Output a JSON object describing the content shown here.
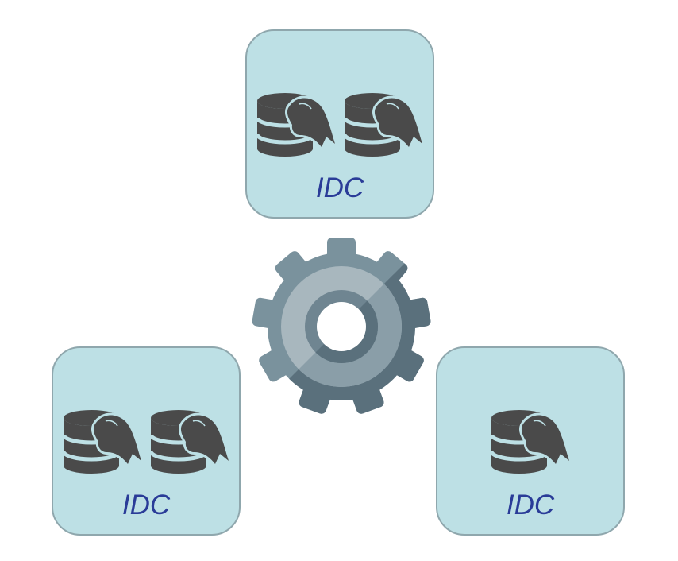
{
  "diagram": {
    "idcs": [
      {
        "label": "IDC",
        "database_count": 2
      },
      {
        "label": "IDC",
        "database_count": 2
      },
      {
        "label": "IDC",
        "database_count": 1
      }
    ],
    "center_icon": "gear-icon",
    "database_icon": "mysql-database-icon",
    "colors": {
      "box_fill": "#bde0e5",
      "box_border": "#8fa7ad",
      "label": "#2a3c98",
      "db_icon": "#4a4a4a",
      "gear_dark": "#5a707c",
      "gear_light": "#7a929d"
    }
  }
}
